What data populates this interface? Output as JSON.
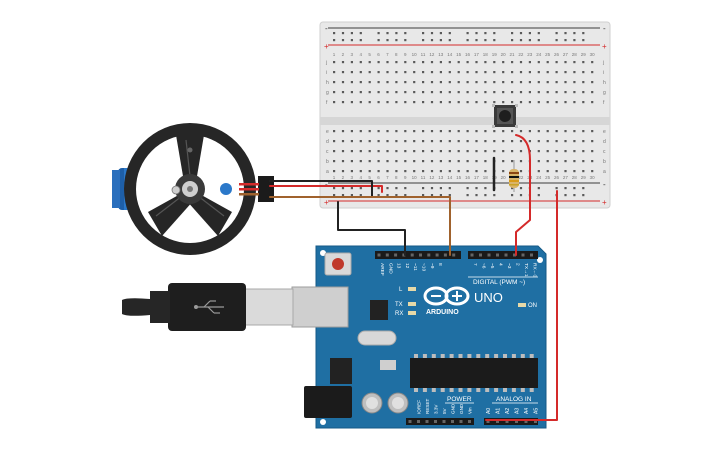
{
  "breadboard": {
    "row_letters_top": [
      "j",
      "i",
      "h",
      "g",
      "f"
    ],
    "row_letters_bottom": [
      "e",
      "d",
      "c",
      "b",
      "a"
    ],
    "column_numbers": [
      "1",
      "2",
      "3",
      "4",
      "5",
      "6",
      "7",
      "8",
      "9",
      "10",
      "11",
      "12",
      "13",
      "14",
      "15",
      "16",
      "17",
      "18",
      "19",
      "20",
      "21",
      "22",
      "23",
      "24",
      "25",
      "26",
      "27",
      "28",
      "29",
      "30"
    ],
    "rail_minus": "-",
    "rail_plus": "+"
  },
  "arduino": {
    "model_label": "UNO",
    "brand_label": "ARDUINO",
    "digital_header_label": "DIGITAL (PWM ~)",
    "power_label": "POWER",
    "analog_label": "ANALOG IN",
    "on_label": "ON",
    "l_label": "L",
    "tx_label": "TX",
    "rx_label": "RX",
    "digital_pins": [
      "AREF",
      "GND",
      "13",
      "12",
      "~11",
      "~10",
      "~9",
      "8",
      "7",
      "~6",
      "~5",
      "4",
      "~3",
      "2",
      "TX→1",
      "RX←0"
    ],
    "power_pins": [
      "IOREF",
      "RESET",
      "3.3V",
      "5V",
      "GND",
      "GND",
      "Vin"
    ],
    "analog_pins": [
      "A0",
      "A1",
      "A2",
      "A3",
      "A4",
      "A5"
    ]
  },
  "colors": {
    "board_blue": "#1f6fa3",
    "wire_red": "#d42a2a",
    "wire_black": "#222222",
    "wire_brown": "#a0622d",
    "breadboard_gray": "#e6e6e6"
  },
  "icons": {
    "servo": "servo-motor-icon",
    "usb": "usb-cable-icon",
    "button": "pushbutton-icon",
    "resistor": "resistor-icon",
    "logo": "arduino-infinity-logo"
  }
}
